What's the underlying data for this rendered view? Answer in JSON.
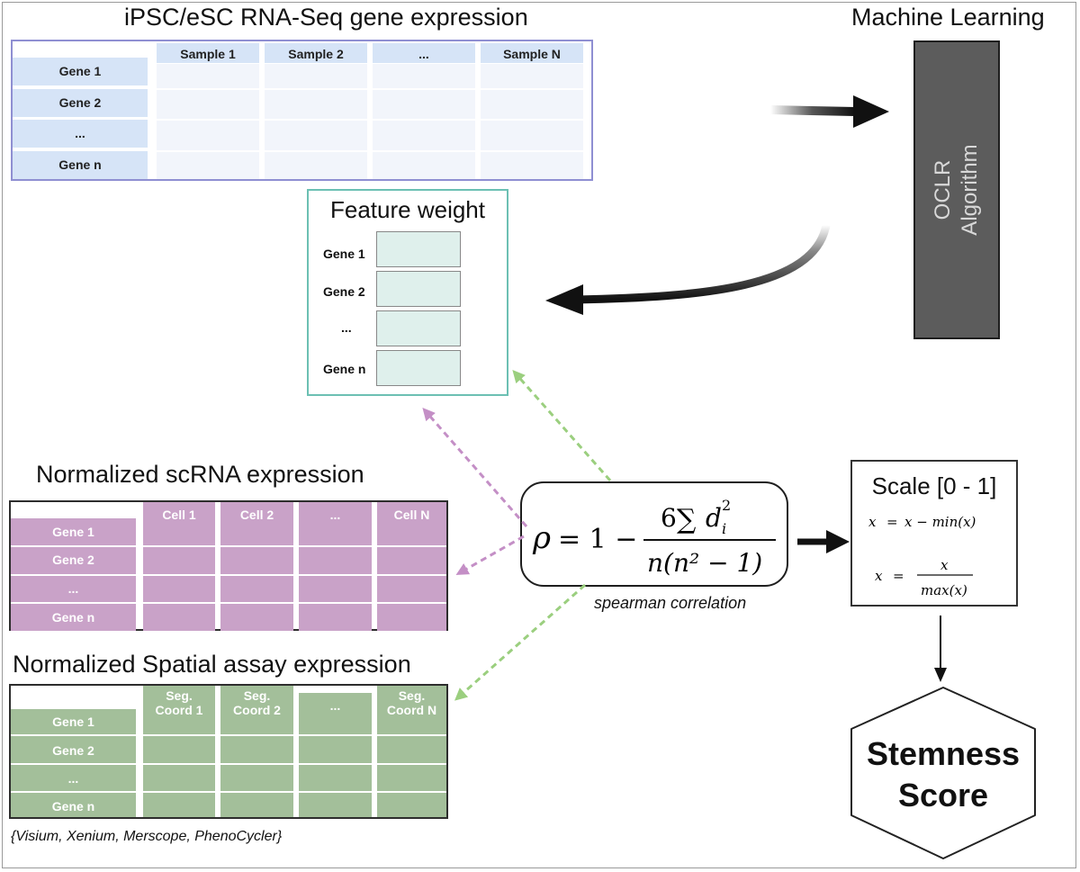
{
  "rna": {
    "title": "iPSC/eSC RNA-Seq gene expression",
    "columns": [
      "Sample 1",
      "Sample 2",
      "...",
      "Sample N"
    ],
    "rows": [
      "Gene 1",
      "Gene 2",
      "...",
      "Gene n"
    ]
  },
  "ml": {
    "title": "Machine Learning",
    "algo_line1": "OCLR",
    "algo_line2": "Algorithm"
  },
  "feature": {
    "title": "Feature weight",
    "rows": [
      "Gene 1",
      "Gene 2",
      "...",
      "Gene n"
    ]
  },
  "sc": {
    "title": "Normalized scRNA expression",
    "columns": [
      "Cell 1",
      "Cell 2",
      "...",
      "Cell N"
    ],
    "rows": [
      "Gene 1",
      "Gene 2",
      "...",
      "Gene n"
    ]
  },
  "spatial": {
    "title": "Normalized Spatial assay expression",
    "columns": [
      [
        "Seg.",
        "Coord 1"
      ],
      [
        "Seg.",
        "Coord 2"
      ],
      [
        "..."
      ],
      [
        "Seg.",
        "Coord N"
      ]
    ],
    "rows": [
      "Gene 1",
      "Gene 2",
      "...",
      "Gene n"
    ],
    "platforms": "{Visium, Xenium, Merscope, PhenoCycler}"
  },
  "formula": {
    "rho": "ρ",
    "eq": "= 1 −",
    "numerator": "6",
    "sum": "∑",
    "d": "d",
    "sub": "i",
    "sup": "2",
    "denominator": "n(n² − 1)",
    "caption": "spearman correlation"
  },
  "scale": {
    "title": "Scale [0 - 1]",
    "line1_lhs": "x",
    "line1_rhs": "x − min(x)",
    "line2_lhs": "x",
    "line2_num": "x",
    "line2_den": "max(x)",
    "eq": "="
  },
  "score": {
    "line1": "Stemness",
    "line2": "Score"
  },
  "colors": {
    "rna_head": "#d6e4f7",
    "rna_border": "#8f8fd2",
    "feature_border": "#6cc0b3",
    "feature_cell": "#dff0ec",
    "sc_fill": "#c9a2c8",
    "spatial_fill": "#a3bf9a",
    "oclr_fill": "#5c5c5c",
    "purple_arrow": "#c48fc6",
    "green_arrow": "#9bcf7f"
  }
}
